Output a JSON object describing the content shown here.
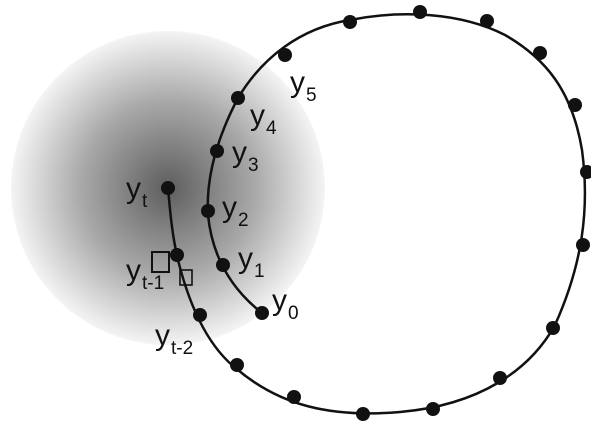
{
  "labels": {
    "y5": {
      "base": "y",
      "sub": "5"
    },
    "y4": {
      "base": "y",
      "sub": "4"
    },
    "y3": {
      "base": "y",
      "sub": "3"
    },
    "y2": {
      "base": "y",
      "sub": "2"
    },
    "y1": {
      "base": "y",
      "sub": "1"
    },
    "y0": {
      "base": "y",
      "sub": "0"
    },
    "yt": {
      "base": "y",
      "sub": "t"
    },
    "yt1": {
      "base": "y",
      "sub": "t-1"
    },
    "yt2": {
      "base": "y",
      "sub": "t-2"
    }
  },
  "colors": {
    "curve": "#111111",
    "point": "#111111",
    "shade_center": "#5e5e5e",
    "shade_edge": "#f2f2f2"
  }
}
